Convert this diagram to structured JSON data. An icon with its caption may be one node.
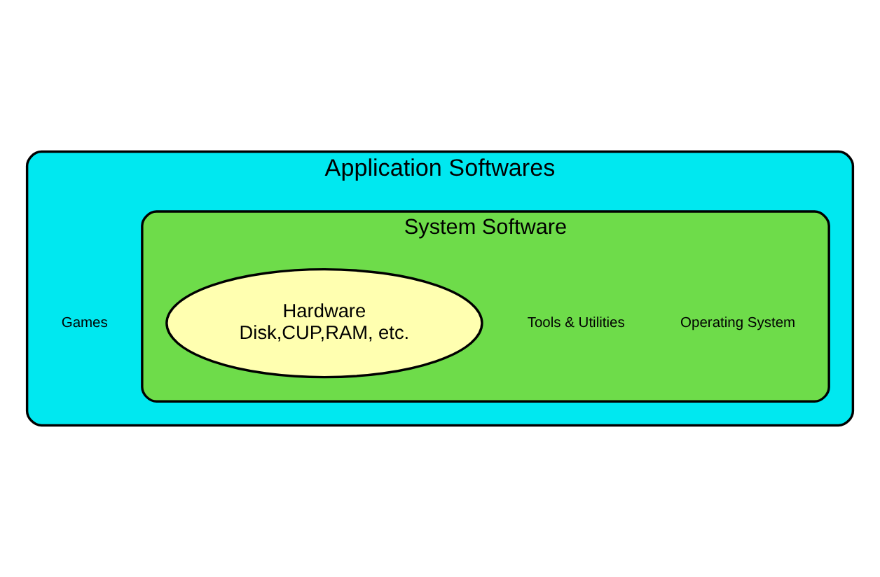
{
  "diagram": {
    "nodes": [
      {
        "text": [
          "Application Softwares"
        ]
      },
      {
        "text": [
          "System Software"
        ],
        "in": 0
      },
      {
        "text": [
          "Hardware",
          "Disk,CUP,RAM, etc."
        ],
        "in": 1
      }
    ],
    "labels": [
      "Games",
      "Operating System",
      "Tools & Utilities"
    ]
  }
}
